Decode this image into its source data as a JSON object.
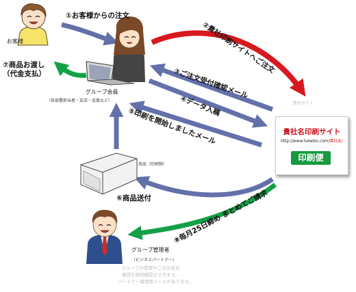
{
  "steps": {
    "s1": "①お客様からの注文",
    "s2": "②貴社印刷サイトへご注文",
    "s3": "③ご注文受付確認メール",
    "s4": "④データ入稿",
    "s5": "⑤印刷を開始しましたメール",
    "s6": "⑥商品送付",
    "s7a": "⑦商品お渡し",
    "s7b": "（代金支払）",
    "s8": "⑧毎月25日締め まとめてご請求"
  },
  "actors": {
    "customer": "お客様",
    "member": "グループ会員",
    "member_note": "（各部署担当者・支店・会員など）",
    "manager": "グループ管理者",
    "manager_note": "（ビジネスパートナー）",
    "manager_desc": [
      "グループの管理やご注文状況",
      "確認を随時確認ができます。",
      "パートナー様専用メールがあります。"
    ]
  },
  "site": {
    "title": "貴社名印刷サイト",
    "url_prefix": "http://www.fudebin.com/",
    "url_name": "貴社名/",
    "logo": "印刷便",
    "caption": "貴社サイト"
  },
  "box_label": "商品（印刷物）",
  "colors": {
    "red": "#d7191f",
    "blue": "#6470aa",
    "green": "#13a046"
  },
  "icons": [
    "customer-figure",
    "member-figure-at-laptop",
    "manager-figure",
    "product-box-icon"
  ]
}
